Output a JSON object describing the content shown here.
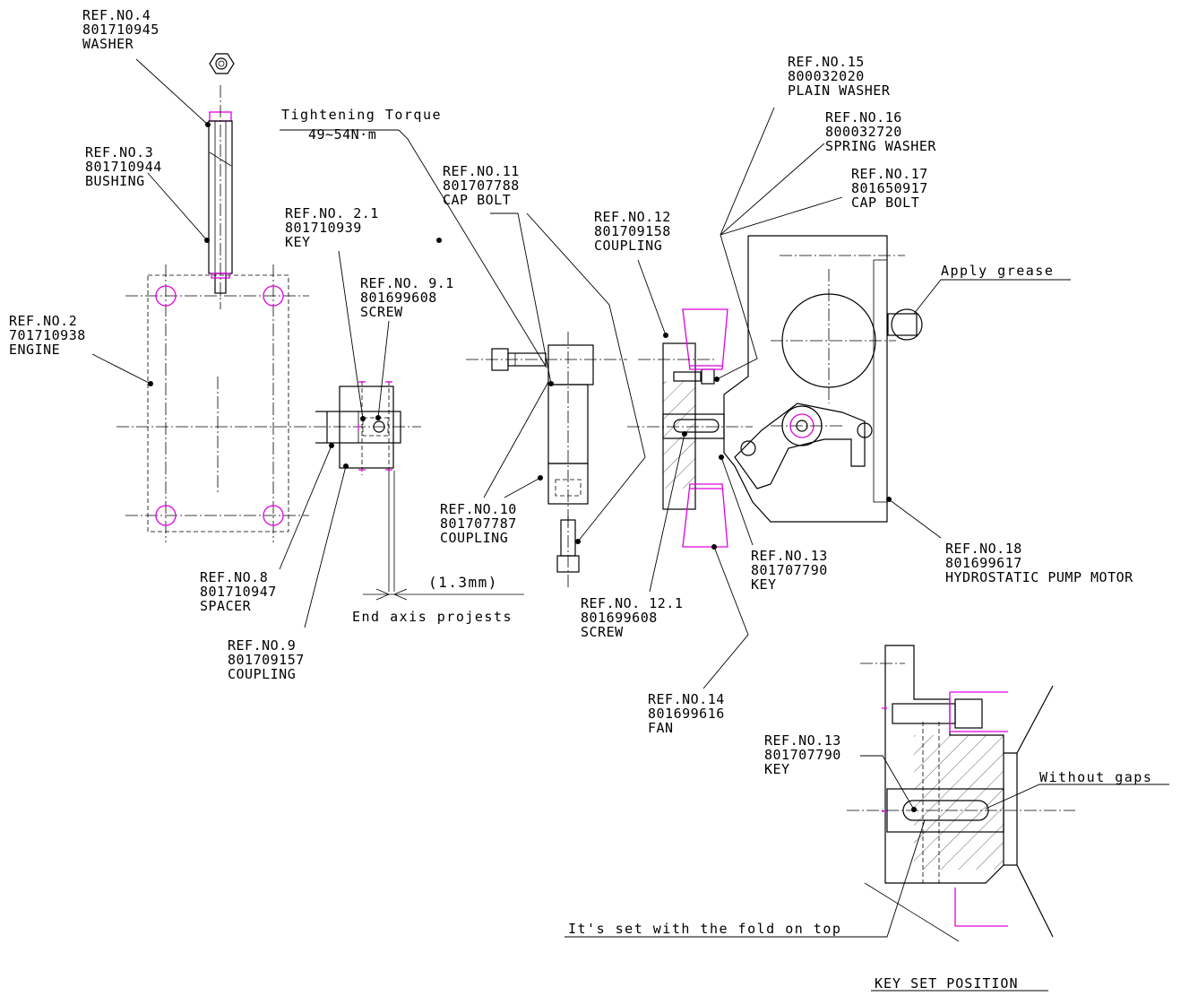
{
  "callouts": [
    {
      "id": "ref4",
      "ref": "REF.NO.4",
      "part": "801710945",
      "name": "WASHER"
    },
    {
      "id": "ref3",
      "ref": "REF.NO.3",
      "part": "801710944",
      "name": "BUSHING"
    },
    {
      "id": "ref2",
      "ref": "REF.NO.2",
      "part": "701710938",
      "name": "ENGINE"
    },
    {
      "id": "ref21",
      "ref": "REF.NO. 2.1",
      "part": "801710939",
      "name": "KEY"
    },
    {
      "id": "ref91",
      "ref": "REF.NO. 9.1",
      "part": "801699608",
      "name": "SCREW"
    },
    {
      "id": "ref8",
      "ref": "REF.NO.8",
      "part": "801710947",
      "name": "SPACER"
    },
    {
      "id": "ref9",
      "ref": "REF.NO.9",
      "part": "801709157",
      "name": "COUPLING"
    },
    {
      "id": "ref11",
      "ref": "REF.NO.11",
      "part": "801707788",
      "name": "CAP BOLT"
    },
    {
      "id": "ref10",
      "ref": "REF.NO.10",
      "part": "801707787",
      "name": "COUPLING"
    },
    {
      "id": "ref12",
      "ref": "REF.NO.12",
      "part": "801709158",
      "name": "COUPLING"
    },
    {
      "id": "ref121",
      "ref": "REF.NO. 12.1",
      "part": "801699608",
      "name": "SCREW"
    },
    {
      "id": "ref15",
      "ref": "REF.NO.15",
      "part": "800032020",
      "name": "PLAIN WASHER"
    },
    {
      "id": "ref16",
      "ref": "REF.NO.16",
      "part": "800032720",
      "name": "SPRING WASHER"
    },
    {
      "id": "ref17",
      "ref": "REF.NO.17",
      "part": "801650917",
      "name": "CAP BOLT"
    },
    {
      "id": "ref13",
      "ref": "REF.NO.13",
      "part": "801707790",
      "name": "KEY"
    },
    {
      "id": "ref18",
      "ref": "REF.NO.18",
      "part": "801699617",
      "name": "HYDROSTATIC PUMP MOTOR"
    },
    {
      "id": "ref14",
      "ref": "REF.NO.14",
      "part": "801699616",
      "name": "FAN"
    },
    {
      "id": "ref13b",
      "ref": "REF.NO.13",
      "part": "801707790",
      "name": "KEY"
    }
  ],
  "notes": {
    "torque_title": "Tightening Torque",
    "torque_value": "49~54N·m",
    "gap_value": "(1.3mm)",
    "end_axis": "End axis projests",
    "apply_grease": "Apply grease",
    "without_gaps": "Without gaps",
    "fold_note": "It's set with the fold on top",
    "detail_title": "KEY SET POSITION"
  },
  "colors": {
    "line": "#000000",
    "highlight": "#e000e0",
    "background": "#ffffff"
  }
}
